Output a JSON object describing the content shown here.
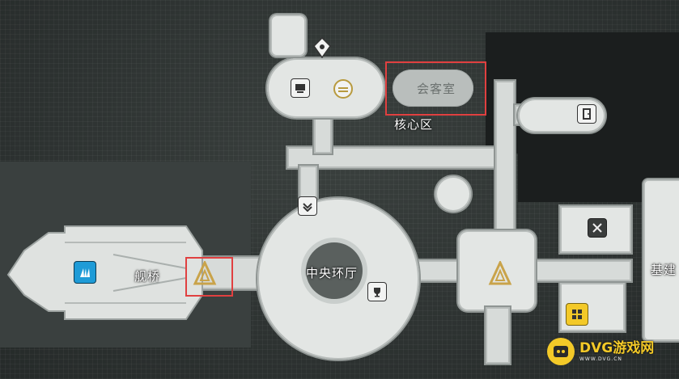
{
  "map": {
    "labels": {
      "reception": "会客室",
      "core_zone": "核心区",
      "bridge": "舰桥",
      "central_hall": "中央环厅",
      "base": "基建"
    },
    "highlight_color": "#e04040",
    "watermark": {
      "main": "DVG游戏网",
      "sub": "WWW.DVG.CN"
    }
  }
}
